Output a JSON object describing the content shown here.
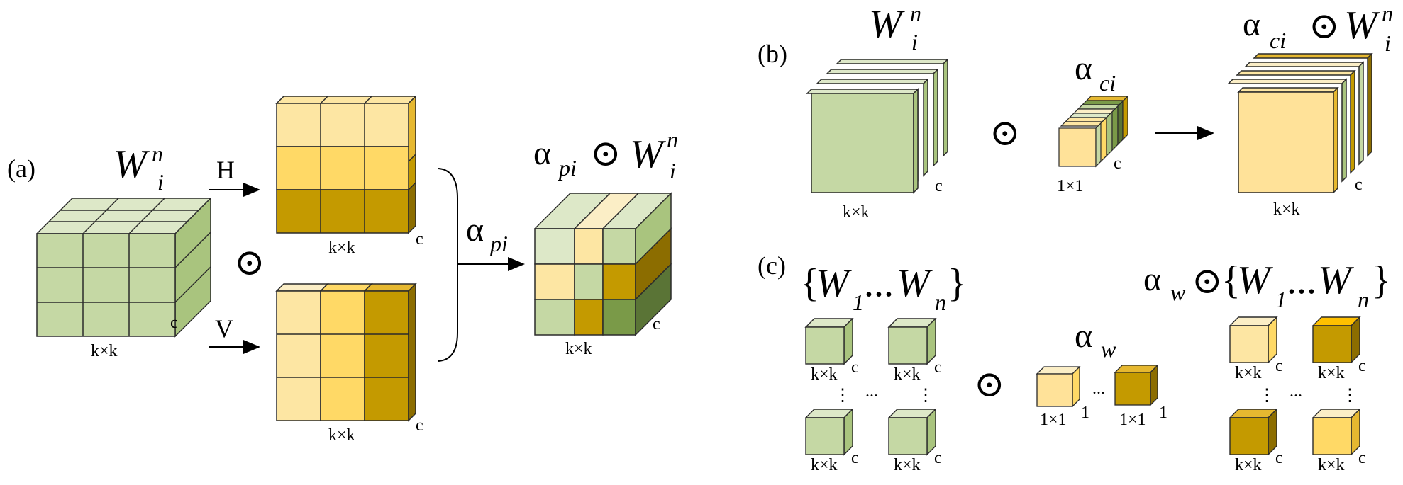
{
  "panels": {
    "a": "(a)",
    "b": "(b)",
    "c": "(c)"
  },
  "labels": {
    "kxk": "k×k",
    "c": "c",
    "one_by_one": "1×1",
    "one": "1",
    "H": "H",
    "V": "V",
    "ellipsis": "...",
    "vdots": "⋮",
    "odot": "⊙",
    "W": "W",
    "i": "i",
    "n": "n",
    "alpha": "α",
    "pi": "pi",
    "ci": "ci",
    "w": "w",
    "one_sub": "1",
    "brace_open": "{",
    "brace_close": "}"
  },
  "colors": {
    "green_light": "#dde8c8",
    "green": "#c5d8a4",
    "green_side": "#a9c47e",
    "green_dark": "#7a9a48",
    "green_darker": "#5a7436",
    "yellow_pale": "#fbeec6",
    "yellow_light": "#fde6a3",
    "yellow": "#ffd966",
    "yellow_side": "#e6b830",
    "gold": "#c49a00",
    "gold_dark": "#8c6d00",
    "gold_top": "#e6c34a",
    "stroke": "#2b2b2b"
  }
}
